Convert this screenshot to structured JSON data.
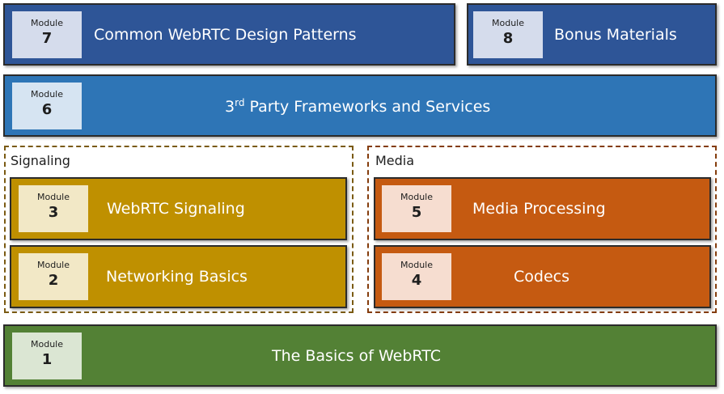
{
  "module_label": "Module",
  "colors": {
    "dark_blue": "#2e5597",
    "mid_blue": "#2e75b6",
    "gold": "#bf9000",
    "orange": "#c55a11",
    "green": "#538135"
  },
  "groups": {
    "signaling": "Signaling",
    "media": "Media"
  },
  "modules": {
    "m7": {
      "number": "7",
      "title": "Common WebRTC Design Patterns"
    },
    "m8": {
      "number": "8",
      "title": "Bonus Materials"
    },
    "m6": {
      "number": "6",
      "title_sup": "rd",
      "title_prefix": "3",
      "title_rest": " Party Frameworks and Services"
    },
    "m3": {
      "number": "3",
      "title": "WebRTC Signaling"
    },
    "m2": {
      "number": "2",
      "title": "Networking Basics"
    },
    "m5": {
      "number": "5",
      "title": "Media Processing"
    },
    "m4": {
      "number": "4",
      "title": "Codecs"
    },
    "m1": {
      "number": "1",
      "title": "The Basics of WebRTC"
    }
  }
}
